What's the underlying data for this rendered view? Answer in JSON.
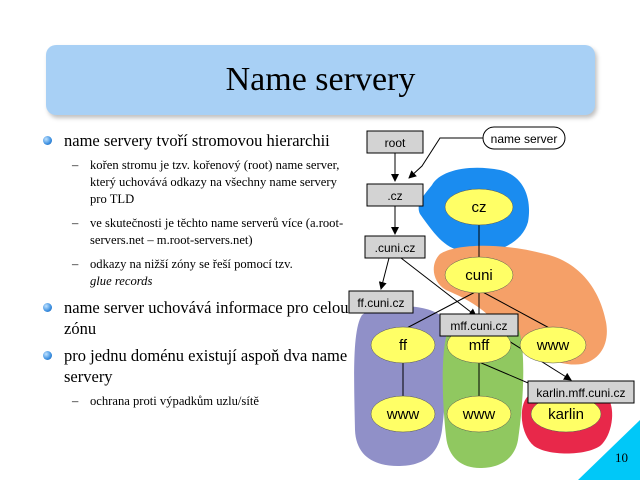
{
  "slide": {
    "title": "Name servery",
    "page_number": "10"
  },
  "bullets": [
    {
      "text": "name servery tvoří stromovou hierarchii",
      "sub": [
        {
          "text": "kořen stromu je tzv. kořenový (root) name server, který uchovává odkazy na všechny name servery pro TLD"
        },
        {
          "text": "ve skutečnosti je těchto name serverů více (a.root-servers.net – m.root-servers.net)"
        },
        {
          "text": "odkazy na nižší zóny se řeší pomocí tzv.",
          "italic": "glue records"
        }
      ]
    },
    {
      "text": "name server uchovává informace pro celou zónu",
      "sub": []
    },
    {
      "text": "pro jednu doménu existují aspoň dva name servery",
      "sub": [
        {
          "text": "ochrana proti výpadkům uzlu/sítě"
        }
      ]
    }
  ],
  "diagram": {
    "server_boxes": {
      "root": "root",
      "cz": ".cz",
      "cuni": ".cuni.cz",
      "ff": "ff.cuni.cz",
      "mff": "mff.cuni.cz",
      "karlin": "karlin.mff.cuni.cz"
    },
    "callout": "name server",
    "nodes": {
      "cz": "cz",
      "cuni": "cuni",
      "ff": "ff",
      "mff": "mff",
      "www_cuni": "www",
      "www_ff": "www",
      "www_mff": "www",
      "karlin": "karlin"
    },
    "colors": {
      "zone_cz": "#1a8cf0",
      "zone_cuni": "#f5a068",
      "zone_ff": "#9090c8",
      "zone_mff": "#90c860",
      "zone_karlin": "#e8284a",
      "node": "#ffff66",
      "server_box": "#d3d3d3"
    }
  }
}
